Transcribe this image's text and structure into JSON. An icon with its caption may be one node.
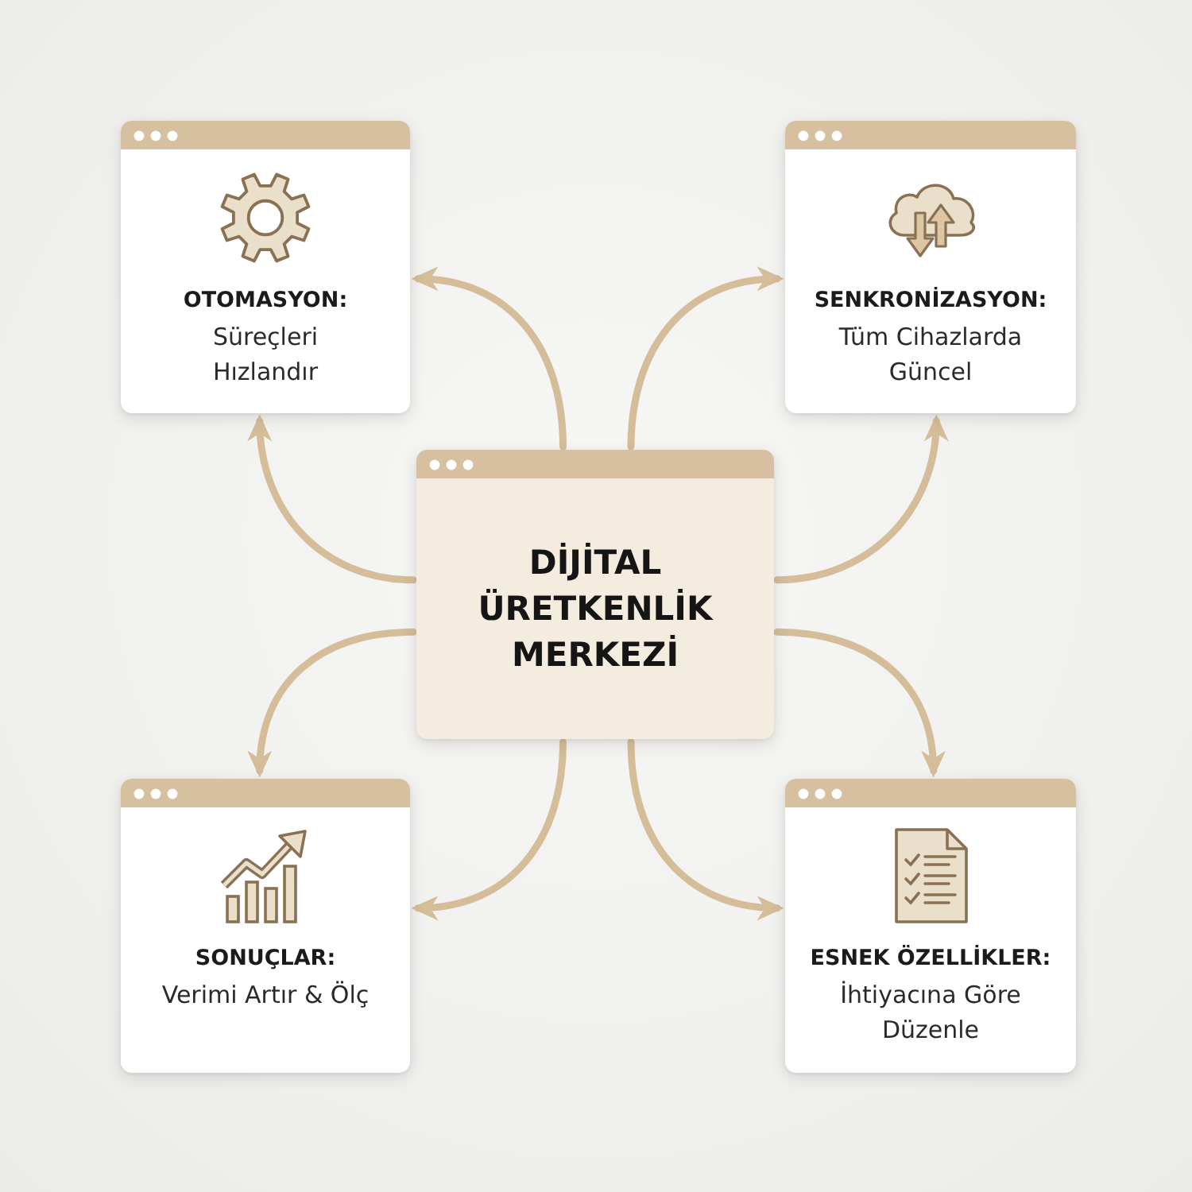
{
  "diagram": {
    "nodes": [
      {
        "text": [
          "DİJİTAL ÜRETKENLİK MERKEZİ"
        ]
      },
      {
        "text": [
          "OTOMASYON:",
          "Süreçleri Hızlandır"
        ]
      },
      {
        "text": [
          "SENKRONİZASYON:",
          "Tüm Cihazlarda Güncel"
        ]
      },
      {
        "text": [
          "SONUÇLAR:",
          "Verimi Artır & Ölç"
        ]
      },
      {
        "text": [
          "ESNEK ÖZELLİKLER:",
          "İhtiyacına Göre Düzenle"
        ]
      }
    ],
    "edges": [
      {
        "from": 0,
        "to": 1,
        "arrow": "to"
      },
      {
        "from": 0,
        "to": 2,
        "arrow": "to"
      },
      {
        "from": 0,
        "to": 1,
        "arrow": "to"
      },
      {
        "from": 0,
        "to": 3,
        "arrow": "to"
      },
      {
        "from": 0,
        "to": 3,
        "arrow": "to"
      },
      {
        "from": 0,
        "to": 4,
        "arrow": "to"
      },
      {
        "from": 0,
        "to": 2,
        "arrow": "to"
      },
      {
        "from": 0,
        "to": 4,
        "arrow": "to"
      }
    ]
  }
}
